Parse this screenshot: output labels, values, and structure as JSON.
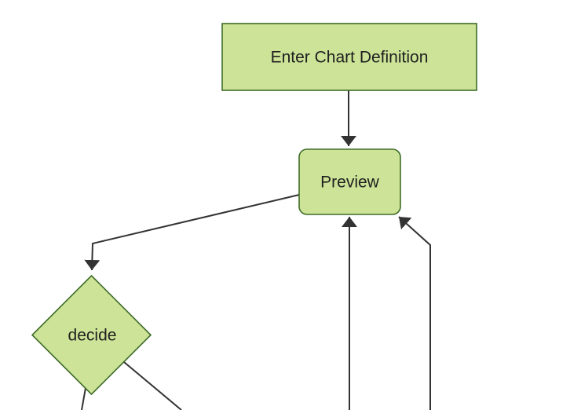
{
  "diagram": {
    "type": "flowchart-top-down",
    "background_color": "#ffffff",
    "node_fill_color": "#cde498",
    "node_border_color": "#3f6c27",
    "edge_color": "#333333",
    "arrowhead_color": "#333333",
    "text_color": "#1f1f1f",
    "nodes": {
      "enter_chart_definition": {
        "label": "Enter Chart Definition",
        "shape": "rectangle"
      },
      "preview": {
        "label": "Preview",
        "shape": "rounded-rectangle"
      },
      "decide": {
        "label": "decide",
        "shape": "diamond"
      }
    },
    "edges": [
      {
        "from": "enter_chart_definition",
        "to": "preview",
        "arrowhead": true
      },
      {
        "from": "preview",
        "to": "decide",
        "arrowhead": true
      },
      {
        "from": "offscreen-bottom-center",
        "to": "preview",
        "arrowhead": true
      },
      {
        "from": "offscreen-bottom-right",
        "to": "preview",
        "arrowhead": true
      },
      {
        "from": "decide",
        "to": "offscreen-bottom-left",
        "arrowhead": false
      },
      {
        "from": "decide",
        "to": "offscreen-bottom-right",
        "arrowhead": false
      }
    ]
  }
}
